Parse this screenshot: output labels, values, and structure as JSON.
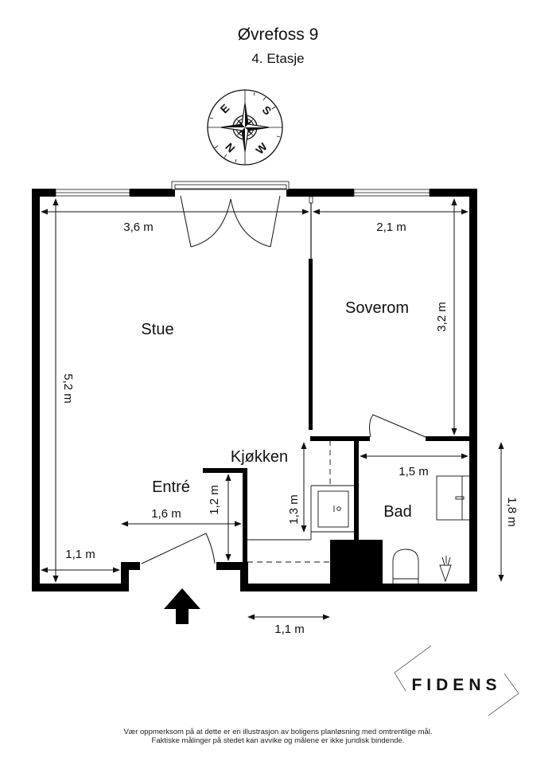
{
  "header": {
    "title": "Øvrefoss 9",
    "subtitle": "4. Etasje"
  },
  "compass": {
    "labels": [
      "N",
      "E",
      "S",
      "W"
    ],
    "rendered_letters": {
      "top_left": "E",
      "top_right": "S",
      "bottom_left": "N",
      "bottom_right": "W"
    }
  },
  "rooms": {
    "stue": "Stue",
    "soverom": "Soverom",
    "kjokken": "Kjøkken",
    "entre": "Entré",
    "bad": "Bad"
  },
  "dimensions": {
    "stue_width": "3,6 m",
    "soverom_width": "2,1 m",
    "soverom_depth": "3,2 m",
    "stue_depth": "5,2 m",
    "bad_width": "1,5 m",
    "bad_depth": "1,8 m",
    "kjokken_depth": "1,3 m",
    "entre_width": "1,6 m",
    "entre_depth": "1,2 m",
    "entry_step_width": "1,1 m",
    "outside_width": "1,1 m"
  },
  "entrance_arrow": "entrance-arrow-up",
  "logo": {
    "text": "FIDENS"
  },
  "disclaimer": {
    "line1": "Vær oppmerksom på at dette er en illustrasjon av boligens planløsning med omtrentlige mål.",
    "line2": "Faktiske målinger på stedet kan avvike og målene er ikke juridisk bindende."
  },
  "colors": {
    "wall": "#000000",
    "line": "#111111",
    "background": "#ffffff",
    "logo_line": "#666666"
  }
}
